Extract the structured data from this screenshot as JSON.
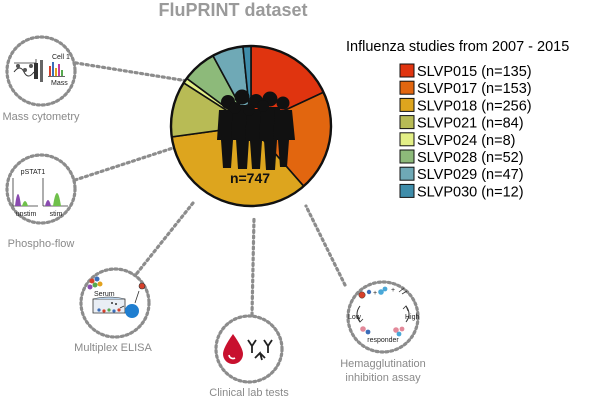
{
  "title": "FluPRINT dataset",
  "colors": {
    "assay_label": "#8a8a8a",
    "ring": "#8c8c8c",
    "silhouette": "#111111"
  },
  "chart_data": {
    "type": "pie",
    "title": "FluPRINT dataset",
    "center_label": "n=747",
    "legend_title": "Influenza studies from 2007 - 2015",
    "legend_position": "right",
    "slices": [
      {
        "label": "SLVP015 (n=135)",
        "value": 135,
        "color": "#e0340f"
      },
      {
        "label": "SLVP017 (n=153)",
        "value": 153,
        "color": "#e2660f"
      },
      {
        "label": "SLVP018 (n=256)",
        "value": 256,
        "color": "#dda51e"
      },
      {
        "label": "SLVP021 (n=84)",
        "value": 84,
        "color": "#b8bb55"
      },
      {
        "label": "SLVP024 (n=8)",
        "value": 8,
        "color": "#e3ef86"
      },
      {
        "label": "SLVP028 (n=52)",
        "value": 52,
        "color": "#8dba7a"
      },
      {
        "label": "SLVP029 (n=47)",
        "value": 47,
        "color": "#6fa9b6"
      },
      {
        "label": "SLVP030 (n=12)",
        "value": 12,
        "color": "#3f8daa"
      }
    ]
  },
  "assays": {
    "mass_cytometry": {
      "label": "Mass cytometry",
      "icon": "mass-cytometer-icon",
      "cell_label": "Cell 1",
      "mass_label": "Mass"
    },
    "phospho_flow": {
      "label": "Phospho-flow",
      "icon": "histogram-icon",
      "marker_label": "pSTAT1",
      "unstim_label": "unstim",
      "stim_label": "stim"
    },
    "multiplex_elisa": {
      "label": "Multiplex ELISA",
      "icon": "bead-plate-icon",
      "serum_label": "Serum"
    },
    "clinical_lab": {
      "label": "Clinical lab tests",
      "icon": "blood-drop-antibody-icon"
    },
    "hai": {
      "label_line1": "Hemagglutination",
      "label_line2": "inhibition assay",
      "icon": "hai-cycle-icon",
      "low_label": "Low",
      "high_label": "High",
      "responder_label": "responder"
    }
  }
}
